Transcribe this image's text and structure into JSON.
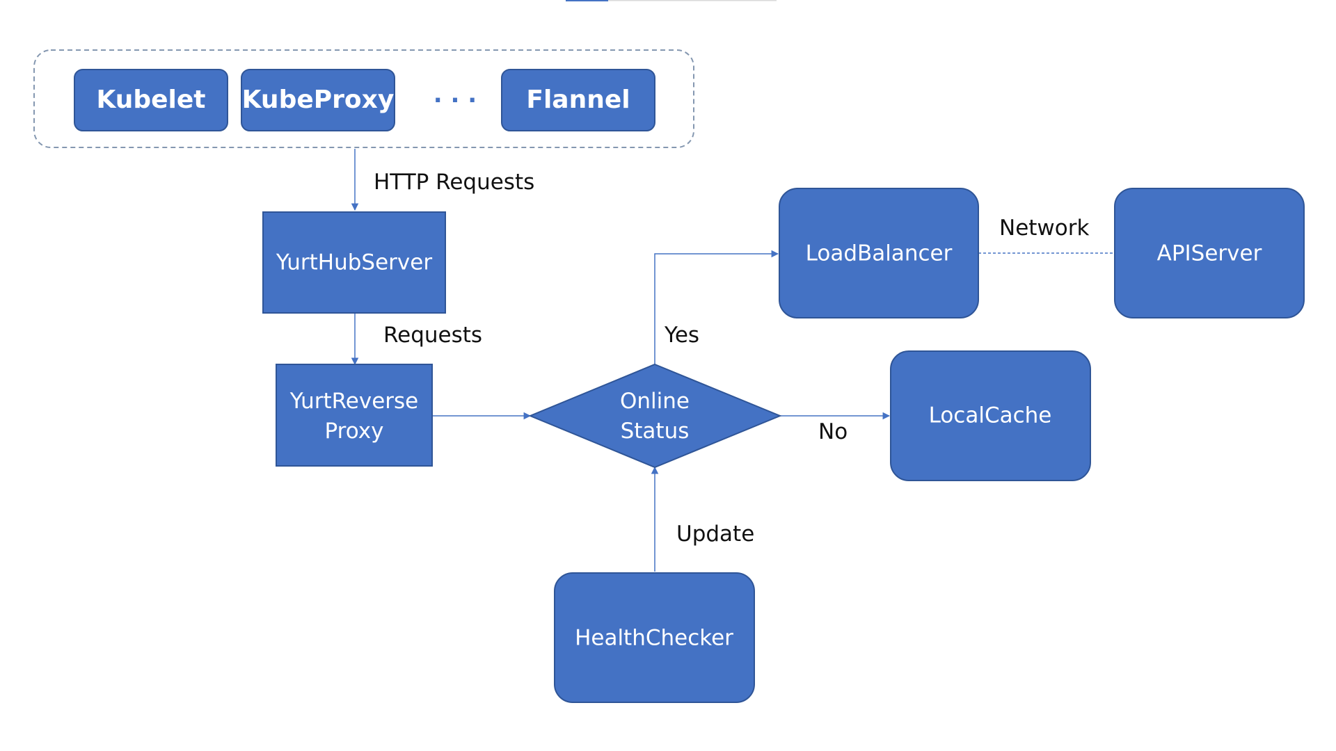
{
  "colors": {
    "node_fill": "#4472c4",
    "node_stroke": "#2f5597",
    "edge": "#4472c4",
    "node_text": "#ffffff",
    "label_text": "#111111",
    "group_border": "#8497b0"
  },
  "group": {
    "items": [
      "Kubelet",
      "KubeProxy",
      "Flannel"
    ],
    "ellipsis": "· · ·"
  },
  "nodes": {
    "yurthub_server": "YurtHubServer",
    "yurt_reverse_proxy": [
      "YurtReverse",
      "Proxy"
    ],
    "online_status": [
      "Online",
      "Status"
    ],
    "load_balancer": "LoadBalancer",
    "api_server": "APIServer",
    "local_cache": "LocalCache",
    "health_checker": "HealthChecker"
  },
  "edge_labels": {
    "http_requests": "HTTP Requests",
    "requests": "Requests",
    "yes": "Yes",
    "no": "No",
    "network": "Network",
    "update": "Update"
  }
}
